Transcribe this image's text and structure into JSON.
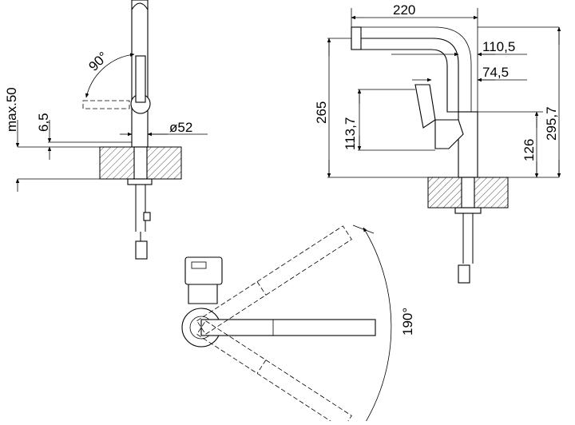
{
  "dimensions": {
    "side_view": {
      "max_thickness": "max.50",
      "rim": "6,5",
      "angle": "90°",
      "diameter": "ø52"
    },
    "front_view": {
      "reach": "220",
      "spout_offset": "110,5",
      "handle_offset": "74,5",
      "height": "265",
      "handle_height": "113,7",
      "total_height": "295,7",
      "body_height": "126"
    },
    "top_view": {
      "swivel_angle": "190°"
    }
  }
}
